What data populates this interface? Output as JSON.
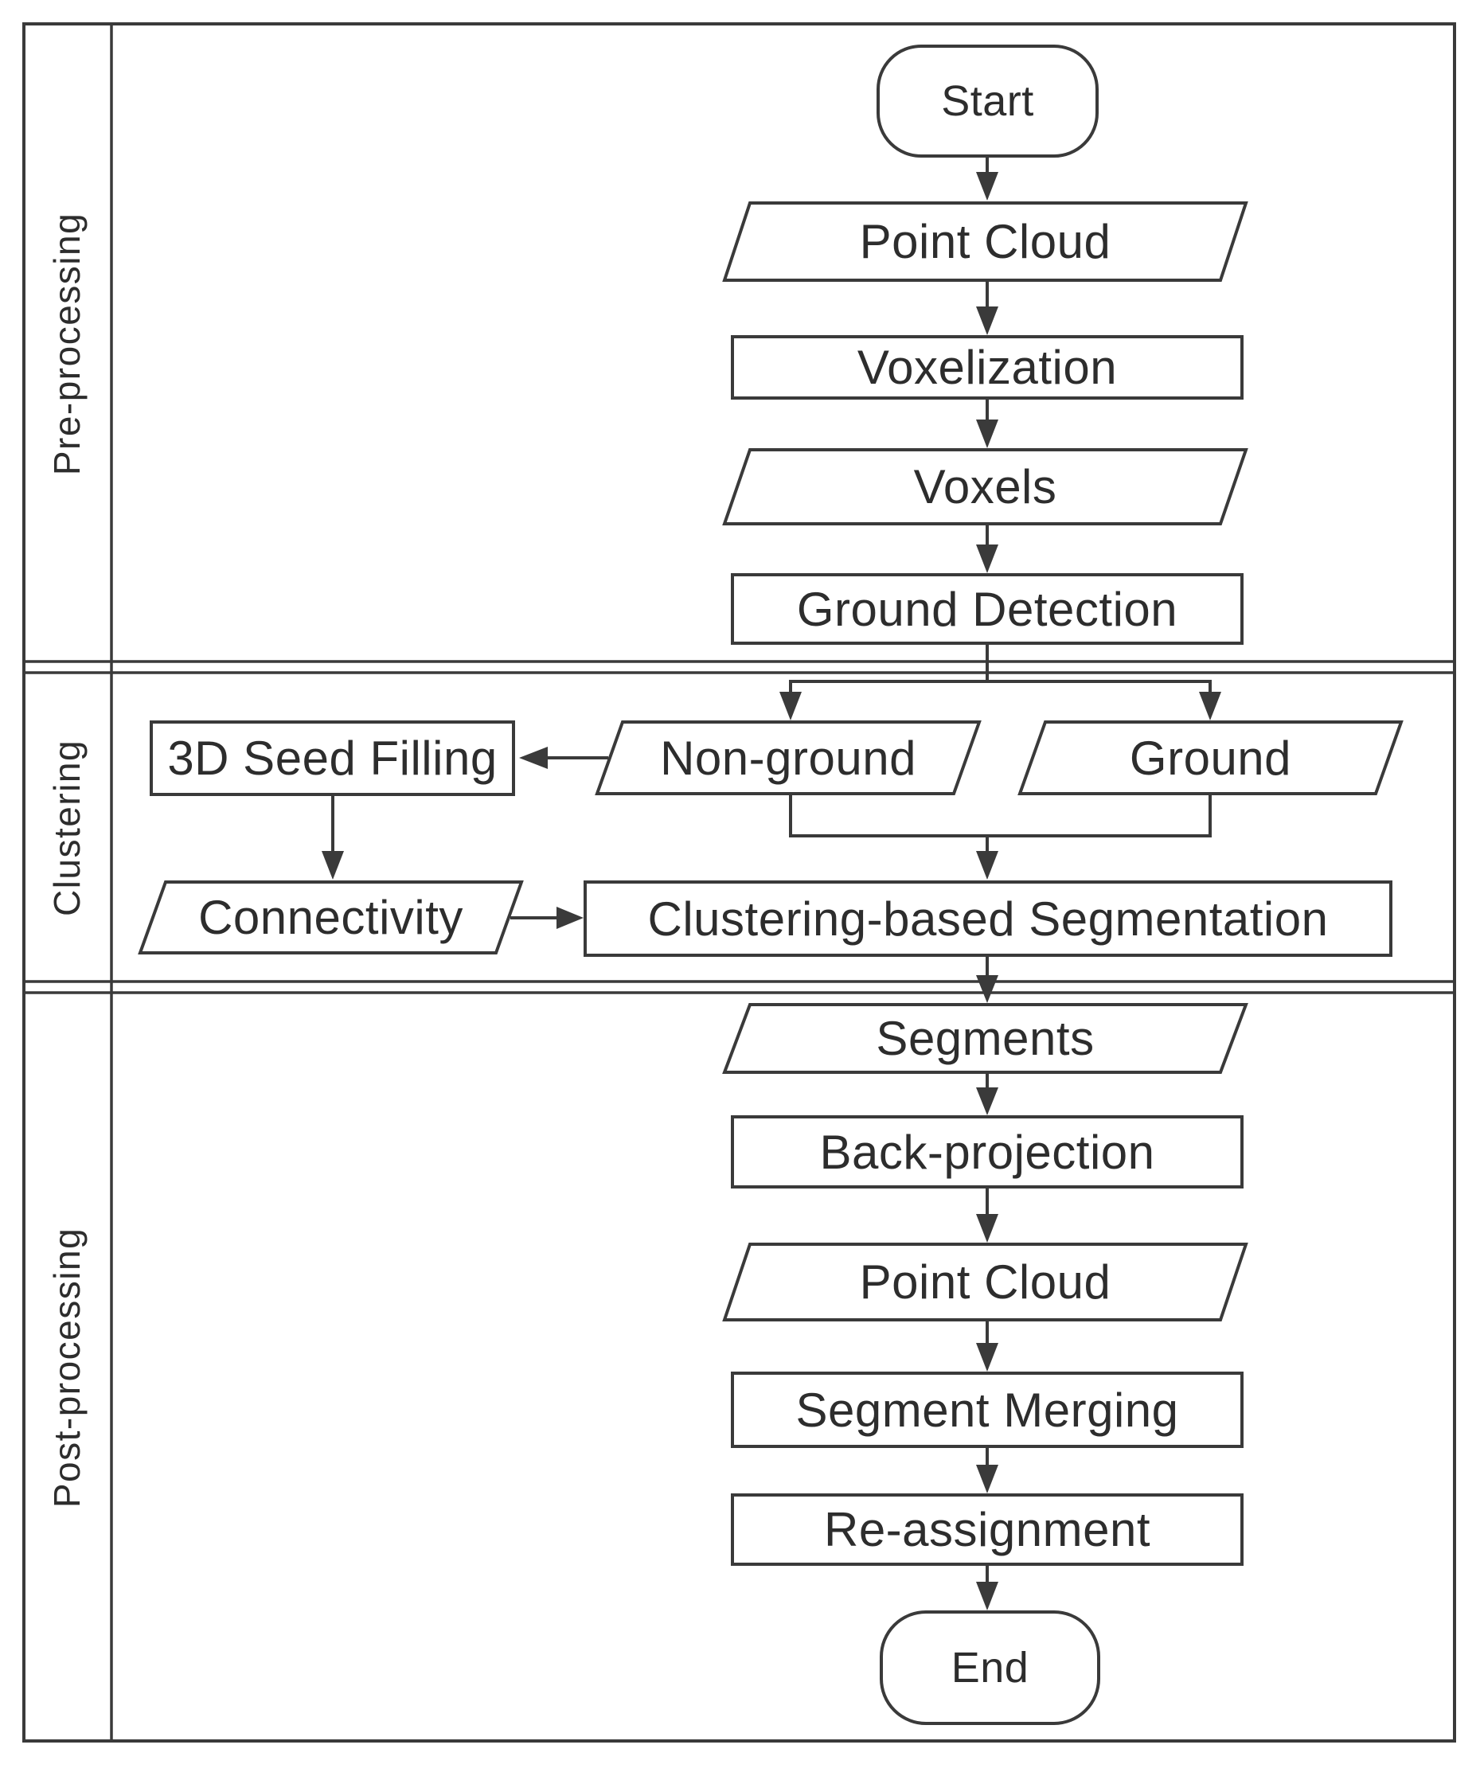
{
  "flowchart": {
    "lanes": [
      {
        "label": "Pre-processing"
      },
      {
        "label": "Clustering"
      },
      {
        "label": "Post-processing"
      }
    ],
    "nodes": {
      "start": "Start",
      "point_cloud_1": "Point Cloud",
      "voxelization": "Voxelization",
      "voxels": "Voxels",
      "ground_detection": "Ground Detection",
      "non_ground": "Non-ground",
      "ground": "Ground",
      "seed_filling": "3D Seed Filling",
      "connectivity": "Connectivity",
      "clustering_segmentation": "Clustering-based Segmentation",
      "segments": "Segments",
      "back_projection": "Back-projection",
      "point_cloud_2": "Point Cloud",
      "segment_merging": "Segment Merging",
      "re_assignment": "Re-assignment",
      "end": "End"
    },
    "colors": {
      "stroke": "#3a3a3a",
      "text": "#2d2d2d",
      "background": "#ffffff"
    }
  }
}
